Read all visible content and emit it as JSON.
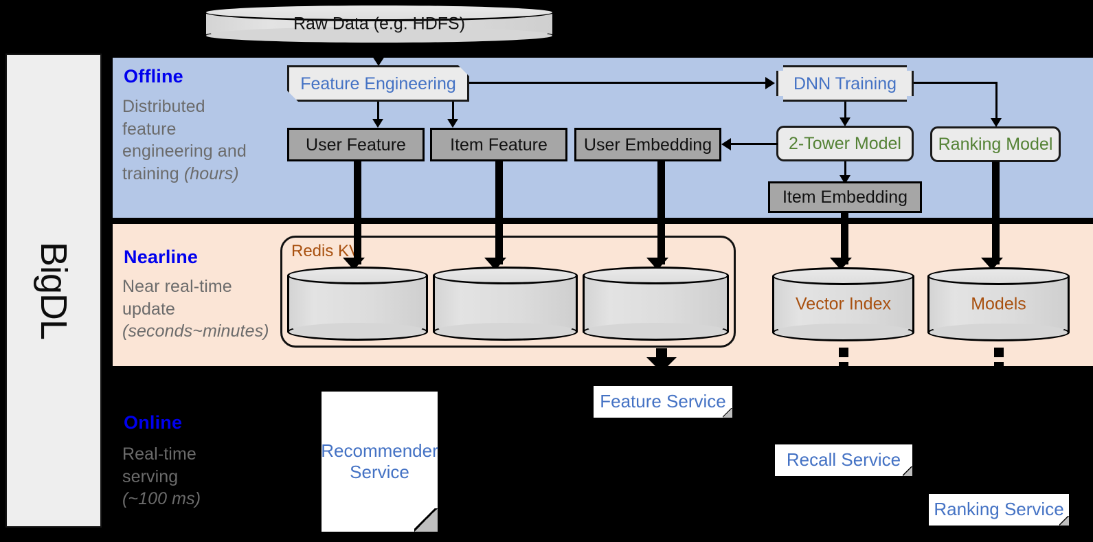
{
  "framework": {
    "name": "BigDL"
  },
  "source": {
    "label": "Raw Data (e.g. HDFS)"
  },
  "stages": [
    {
      "id": "offline",
      "title": "Offline",
      "desc_line1": "Distributed",
      "desc_line2": "feature",
      "desc_line3": "engineering and",
      "desc_line4": "training ",
      "desc_latency": "(hours)",
      "band_color": "#b4c7e7",
      "title_color": "#0000ee"
    },
    {
      "id": "nearline",
      "title": "Nearline",
      "desc_line1": "Near real-time",
      "desc_line2": "update",
      "desc_latency": "(seconds~minutes)",
      "band_color": "#fbe5d6",
      "title_color": "#0000ee"
    },
    {
      "id": "online",
      "title": "Online",
      "desc_line1": "Real-time",
      "desc_line2": "serving",
      "desc_latency": "(~100 ms)",
      "band_color": "#000000",
      "title_color": "#0000ee"
    }
  ],
  "offline": {
    "feature_engineering": "Feature Engineering",
    "dnn_training": "DNN Training",
    "user_feature": "User Feature",
    "item_feature": "Item Feature",
    "user_embedding": "User Embedding",
    "two_tower_model": "2-Tower Model",
    "ranking_model": "Ranking Model",
    "item_embedding": "Item Embedding"
  },
  "nearline": {
    "redis_kv": "Redis KV",
    "store_user_feature": "",
    "store_item_feature": "",
    "store_user_embedding": "",
    "vector_index": "Vector Index",
    "models": "Models"
  },
  "online": {
    "recommender_service": "Recommender Service",
    "recommender_service_l1": "Recommender",
    "recommender_service_l2": "Service",
    "feature_service": "Feature Service",
    "recall_service": "Recall Service",
    "ranking_service": "Ranking Service"
  },
  "colors": {
    "offline_band": "#b4c7e7",
    "nearline_band": "#fbe5d6",
    "online_band": "#000000",
    "stage_title": "#0000ee",
    "stage_desc": "#6b6b6b",
    "grey_node": "#a6a6a6",
    "process_node": "#ebebeb",
    "blue_label": "#4472c4",
    "green_label": "#548235",
    "brown_label": "#a8500f",
    "sidebar": "#eeeeee"
  }
}
